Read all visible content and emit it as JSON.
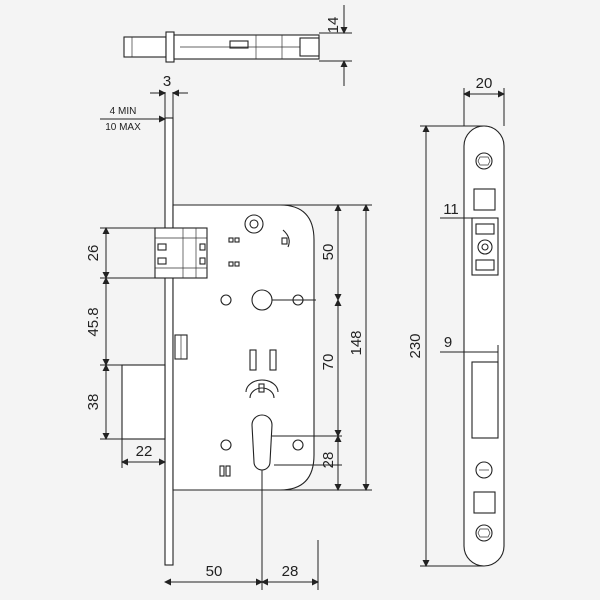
{
  "dimensions": {
    "top_thickness": "14",
    "faceplate_thickness": "3",
    "backset_min": "4 MIN",
    "backset_max": "10 MAX",
    "faceplate_width": "20",
    "latch_height": "26",
    "latch_to_deadbolt": "45.8",
    "deadbolt_height": "38",
    "deadbolt_throw": "22",
    "backset": "50",
    "cylinder_offset": "28",
    "upper_spacing": "50",
    "handle_to_cylinder": "70",
    "case_height": "148",
    "cylinder_to_bottom": "28",
    "faceplate_length": "230",
    "latch_opening": "11",
    "bolt_opening": "9"
  },
  "colors": {
    "line": "#222222",
    "background": "#f4f4f4"
  }
}
